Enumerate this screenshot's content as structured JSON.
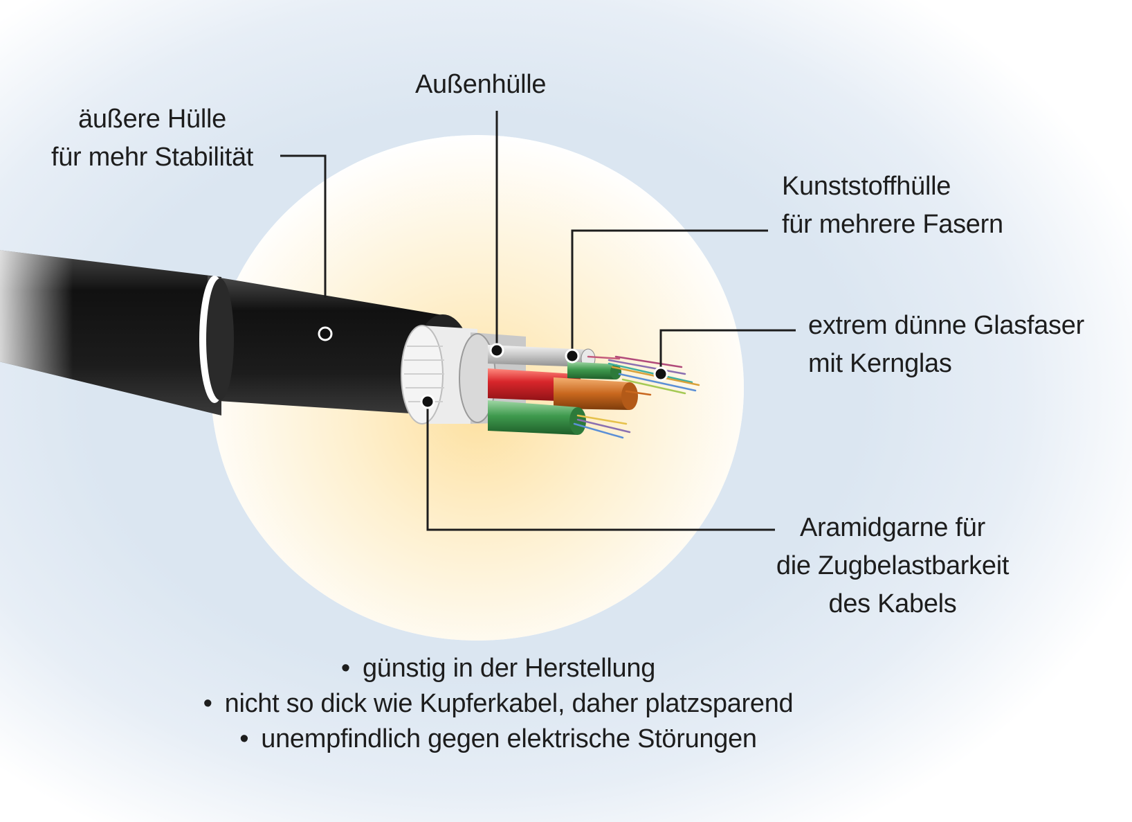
{
  "labels": {
    "aussenhuelle": "Außenhülle",
    "outer_sheath": [
      "äußere Hülle",
      "für mehr Stabilität"
    ],
    "plastic_sheath": [
      "Kunststoffhülle",
      "für mehrere Fasern"
    ],
    "glass_fiber": [
      "extrem dünne Glasfaser",
      "mit Kernglas"
    ],
    "aramid": [
      "Aramidgarne für",
      "die Zugbelastbarkeit",
      "des Kabels"
    ]
  },
  "bullets": [
    "günstig in der Herstellung",
    "nicht so dick wie Kupferkabel, daher platzsparend",
    "unempfindlich gegen elektrische Störungen"
  ],
  "bullet_symbol": "•",
  "colors": {
    "background_glow": "#c9d9ea",
    "center_glow": "#fde9b8",
    "cable_jacket": "#1a1a1a",
    "aramid_yarn": "#efefef",
    "tube_red": "#d8262b",
    "tube_green": "#3f9a4e",
    "tube_orange": "#c8671e",
    "tube_grey": "#c8c8c8",
    "leader_line": "#1d1d1d"
  }
}
